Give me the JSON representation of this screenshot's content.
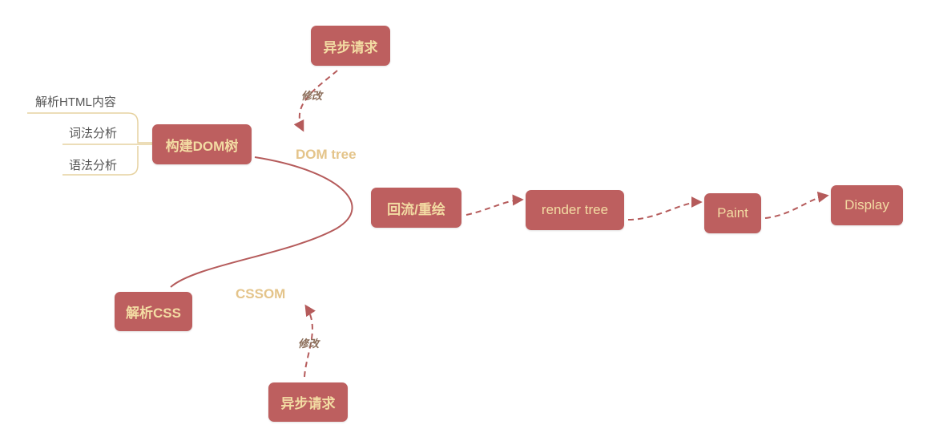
{
  "nodes": {
    "async_top": "异步请求",
    "build_dom": "构建DOM树",
    "dom_tree": "DOM tree",
    "parse_css": "解析CSS",
    "cssom": "CSSOM",
    "async_bottom": "异步请求",
    "reflow_repaint": "回流/重绘",
    "render_tree": "render tree",
    "paint": "Paint",
    "display": "Display"
  },
  "branches": {
    "parse_html": "解析HTML内容",
    "lexical": "词法分析",
    "syntax": "语法分析"
  },
  "edge_labels": {
    "modify_top": "修改",
    "modify_bottom": "修改"
  },
  "colors": {
    "node_fill": "#bd5f5f",
    "node_text": "#f3dca3",
    "plain_label": "#e4c48a",
    "branch_line": "#e6d2a0",
    "connector": "#b55b5b"
  }
}
